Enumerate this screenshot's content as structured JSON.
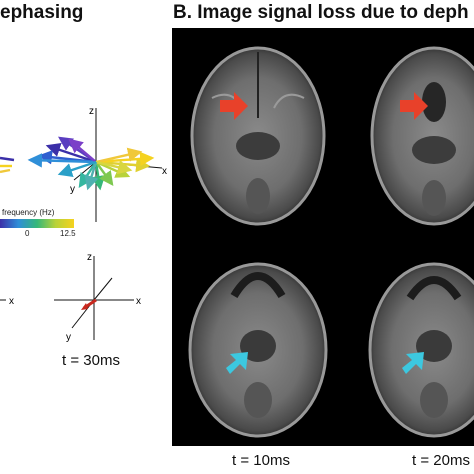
{
  "panel_a": {
    "title_visible": "ephasing",
    "colorbar": {
      "label": "frequency (Hz)",
      "ticks": [
        "0",
        "12.5"
      ],
      "colors": [
        "#3b2fa8",
        "#2f8fd8",
        "#35b779",
        "#b8d23a",
        "#f5d21f"
      ]
    },
    "axes_top": {
      "z": "z",
      "x": "x",
      "y": "y"
    },
    "axes_left_bottom": {
      "x": "x"
    },
    "axes_bottom": {
      "z": "z",
      "x": "x",
      "y": "y"
    },
    "time_label": "t = 30ms"
  },
  "panel_b": {
    "title_visible": "B. Image signal loss due to deph",
    "time_labels": [
      "t = 10ms",
      "t = 20ms"
    ],
    "arrow_colors": {
      "red": "#e8412a",
      "cyan": "#3cc8e0"
    }
  }
}
